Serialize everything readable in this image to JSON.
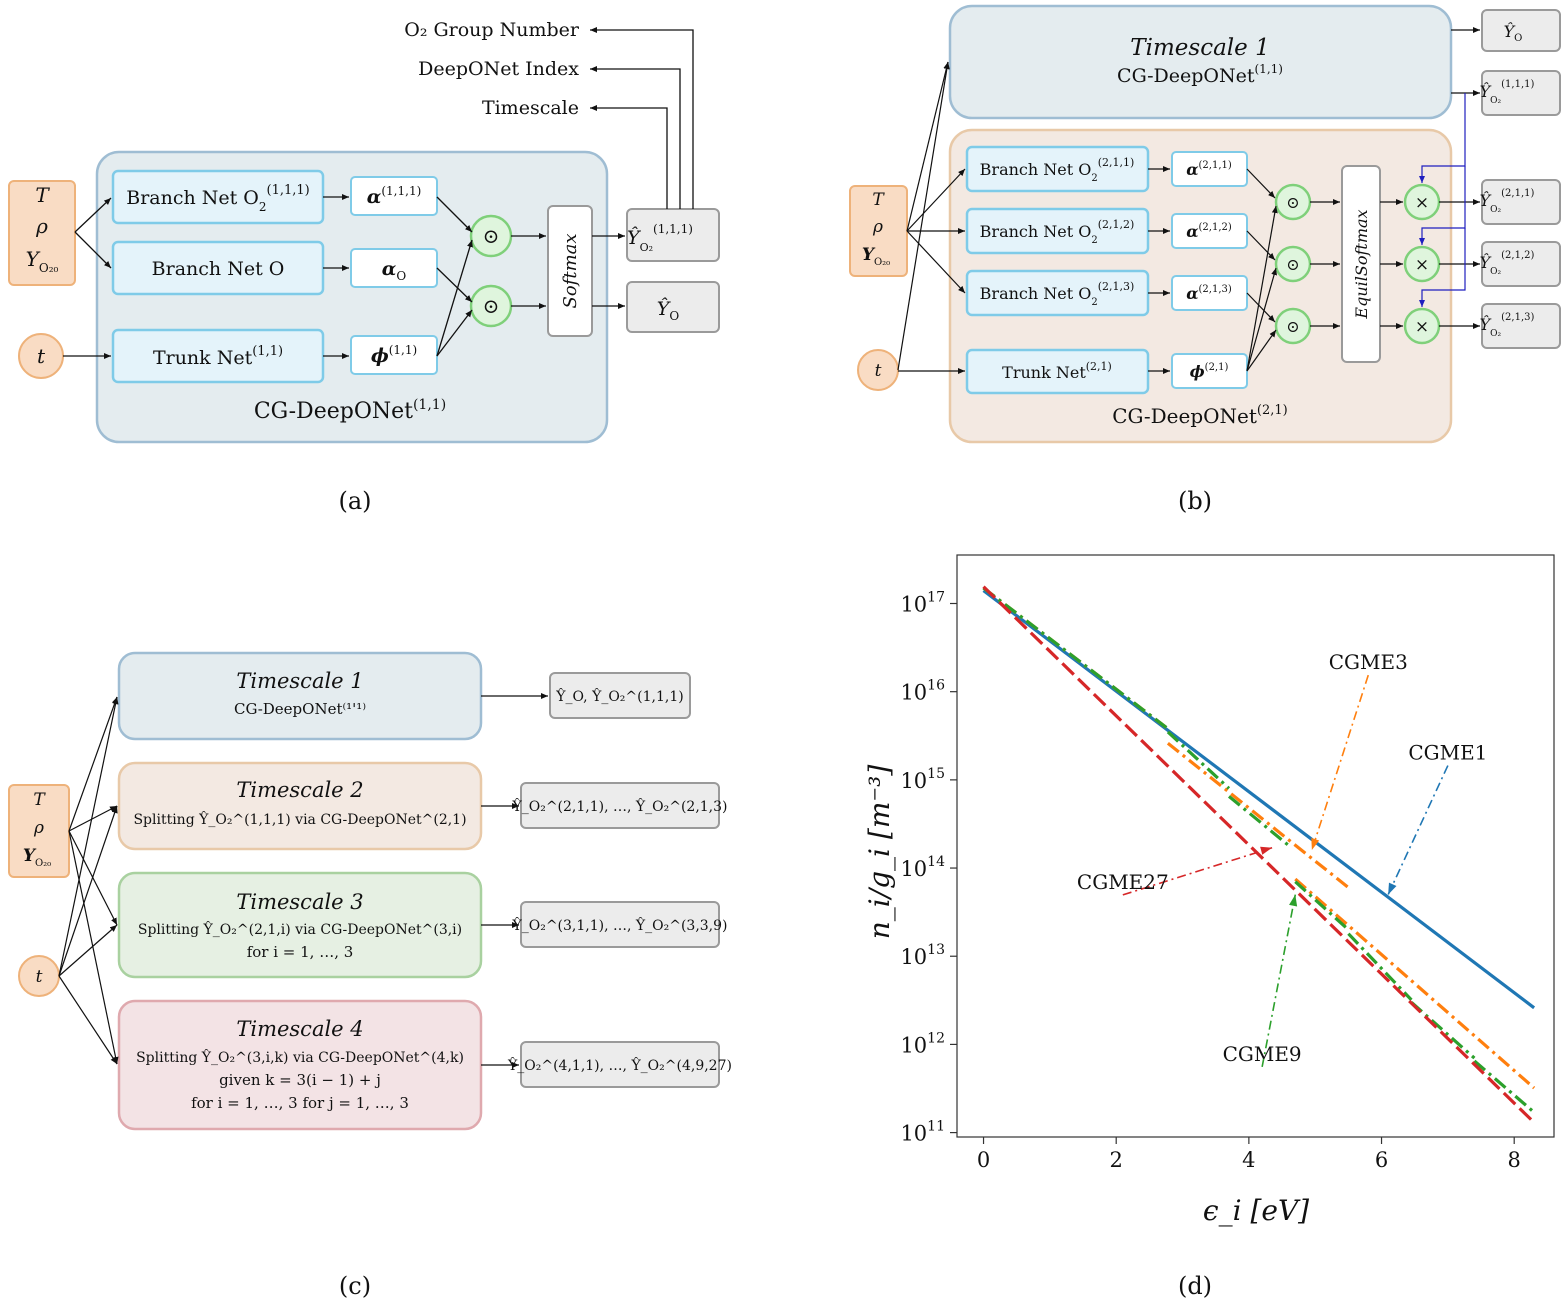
{
  "panels": {
    "a": {
      "caption": "(a)",
      "inputs": {
        "T": "T",
        "rho": "ρ",
        "Y": "Y",
        "Y_sub": "O₂₀",
        "t": "t"
      },
      "branch1": {
        "text": "Branch Net O",
        "sub": "2",
        "sup": "(1,1,1)"
      },
      "branch2": {
        "text": "Branch Net O"
      },
      "trunk": {
        "text": "Trunk Net",
        "sup": "(1,1)"
      },
      "alpha1": {
        "sym": "α",
        "sup": "(1,1,1)"
      },
      "alpha2": {
        "sym": "α",
        "sub": "O"
      },
      "phi": {
        "sym": "ϕ",
        "sup": "(1,1)"
      },
      "dot": "⊙",
      "softmax": "Softmax",
      "out1": {
        "sym": "Ŷ",
        "sub": "O₂",
        "sup": "(1,1,1)"
      },
      "out2": {
        "sym": "Ŷ",
        "sub": "O"
      },
      "container": {
        "text": "CG-DeepONet",
        "sup": "(1,1)"
      },
      "annotations": {
        "o2_group": "O₂ Group Number",
        "deeponet_index": "DeepONet Index",
        "timescale": "Timescale"
      }
    },
    "b": {
      "caption": "(b)",
      "inputs": {
        "T": "T",
        "rho": "ρ",
        "Y": "Y",
        "Y_sub": "O₂₀",
        "t": "t"
      },
      "timescale1": {
        "title": "Timescale 1",
        "text": "CG-DeepONet",
        "sup": "(1,1)"
      },
      "branches": [
        {
          "text": "Branch Net O",
          "sub": "2",
          "sup": "(2,1,1)"
        },
        {
          "text": "Branch Net O",
          "sub": "2",
          "sup": "(2,1,2)"
        },
        {
          "text": "Branch Net O",
          "sub": "2",
          "sup": "(2,1,3)"
        }
      ],
      "trunk": {
        "text": "Trunk Net",
        "sup": "(2,1)"
      },
      "alphas": [
        {
          "sym": "α",
          "sup": "(2,1,1)"
        },
        {
          "sym": "α",
          "sup": "(2,1,2)"
        },
        {
          "sym": "α",
          "sup": "(2,1,3)"
        }
      ],
      "phi": {
        "sym": "ϕ",
        "sup": "(2,1)"
      },
      "dot": "⊙",
      "times": "×",
      "equil": "EquilSoftmax",
      "container": {
        "text": "CG-DeepONet",
        "sup": "(2,1)"
      },
      "outputs": [
        {
          "sym": "Ŷ",
          "sub": "O",
          "sup": ""
        },
        {
          "sym": "Ŷ",
          "sub": "O₂",
          "sup": "(1,1,1)"
        },
        {
          "sym": "Ŷ",
          "sub": "O₂",
          "sup": "(2,1,1)"
        },
        {
          "sym": "Ŷ",
          "sub": "O₂",
          "sup": "(2,1,2)"
        },
        {
          "sym": "Ŷ",
          "sub": "O₂",
          "sup": "(2,1,3)"
        }
      ]
    },
    "c": {
      "caption": "(c)",
      "inputs": {
        "T": "T",
        "rho": "ρ",
        "Y": "Y",
        "Y_sub": "O₂₀",
        "t": "t"
      },
      "timescales": [
        {
          "title": "Timescale 1",
          "lines": [
            "CG-DeepONet⁽¹'¹⁾"
          ],
          "output": "Ŷ_O, Ŷ_O₂^(1,1,1)"
        },
        {
          "title": "Timescale 2",
          "lines": [
            "Splitting Ŷ_O₂^(1,1,1) via CG-DeepONet^(2,1)"
          ],
          "output": "Ŷ_O₂^(2,1,1), …, Ŷ_O₂^(2,1,3)"
        },
        {
          "title": "Timescale 3",
          "lines": [
            "Splitting Ŷ_O₂^(2,1,i) via CG-DeepONet^(3,i)",
            "for i = 1, …, 3"
          ],
          "output": "Ŷ_O₂^(3,1,1), …, Ŷ_O₂^(3,3,9)"
        },
        {
          "title": "Timescale 4",
          "lines": [
            "Splitting Ŷ_O₂^(3,i,k) via CG-DeepONet^(4,k)",
            "given k = 3(i − 1) + j",
            "for i = 1, …, 3 for j = 1, …, 3"
          ],
          "output": "Ŷ_O₂^(4,1,1), …, Ŷ_O₂^(4,9,27)"
        }
      ]
    },
    "d": {
      "caption": "(d)"
    }
  },
  "chart_data": {
    "type": "line",
    "title": "",
    "xlabel": "ϵ_i [eV]",
    "ylabel": "n_i/g_i [m⁻³]",
    "xlim": [
      -0.4,
      8.6
    ],
    "ylim_log10": [
      10.95,
      17.55
    ],
    "yscale": "log",
    "x_ticks": [
      0,
      2,
      4,
      6,
      8
    ],
    "y_ticks": [
      11,
      12,
      13,
      14,
      15,
      16,
      17
    ],
    "series": [
      {
        "name": "CGME1",
        "color": "#1f77b4",
        "dash": "solid",
        "segments": [
          [
            [
              0,
              1.4e+17
            ],
            [
              8.3,
              2600000000000.0
            ]
          ]
        ]
      },
      {
        "name": "CGME3",
        "color": "#ff7f0e",
        "dash": "dashdot",
        "segments": [
          [
            [
              0,
              1.5e+17
            ],
            [
              2.78,
              3800000000000000.0
            ]
          ],
          [
            [
              2.78,
              2600000000000000.0
            ],
            [
              5.5,
              60000000000000.0
            ]
          ],
          [
            [
              4.7,
              75000000000000.0
            ],
            [
              8.3,
              320000000000.0
            ]
          ]
        ]
      },
      {
        "name": "CGME9",
        "color": "#2ca02c",
        "dash": "dashdot",
        "segments": [
          [
            [
              0,
              1.5e+17
            ],
            [
              2.78,
              3800000000000000.0
            ]
          ],
          [
            [
              2.78,
              3500000000000000.0
            ],
            [
              3.7,
              800000000000000.0
            ]
          ],
          [
            [
              3.7,
              650000000000000.0
            ],
            [
              4.6,
              180000000000000.0
            ]
          ],
          [
            [
              4.7,
              70000000000000.0
            ],
            [
              5.5,
              20000000000000.0
            ]
          ],
          [
            [
              5.5,
              18000000000000.0
            ],
            [
              6.45,
              3200000000000.0
            ]
          ],
          [
            [
              6.45,
              3000000000000.0
            ],
            [
              7.4,
              700000000000.0
            ]
          ],
          [
            [
              7.4,
              650000000000.0
            ],
            [
              8.3,
              170000000000.0
            ]
          ]
        ]
      },
      {
        "name": "CGME27",
        "color": "#d62728",
        "dash": "dashed",
        "segments": [
          [
            [
              0,
              1.55e+17
            ],
            [
              8.3,
              130000000000.0
            ]
          ]
        ]
      }
    ],
    "annotations": [
      {
        "text": "CGME1",
        "color": "#1f77b4",
        "text_at": [
          7.0,
          1700000000000000.0
        ],
        "arrow_to": [
          6.1,
          50000000000000.0
        ]
      },
      {
        "text": "CGME3",
        "color": "#ff7f0e",
        "text_at": [
          5.8,
          1.8e+16
        ],
        "arrow_to": [
          4.95,
          160000000000000.0
        ]
      },
      {
        "text": "CGME27",
        "color": "#d62728",
        "text_at": [
          2.1,
          58000000000000.0
        ],
        "arrow_to": [
          4.35,
          170000000000000.0
        ]
      },
      {
        "text": "CGME9",
        "color": "#2ca02c",
        "text_at": [
          4.2,
          650000000000.0
        ],
        "arrow_to": [
          4.7,
          50000000000000.0
        ]
      }
    ]
  }
}
